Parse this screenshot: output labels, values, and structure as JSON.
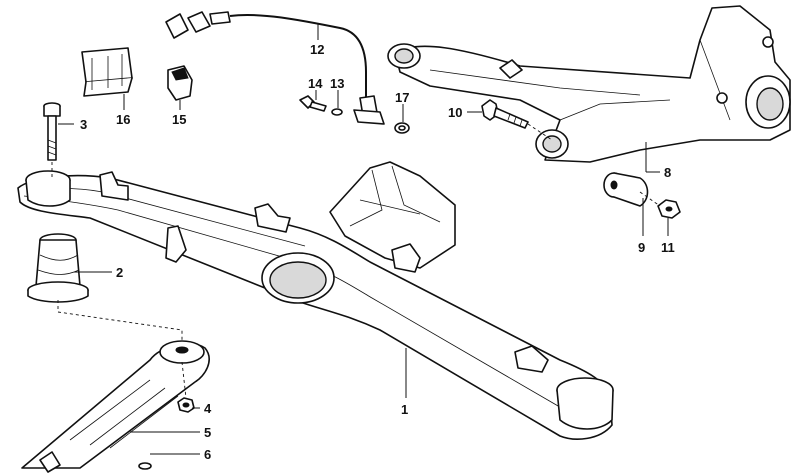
{
  "diagram": {
    "callouts": [
      {
        "id": "axle-carrier",
        "label": "1"
      },
      {
        "id": "rubber-mount",
        "label": "2"
      },
      {
        "id": "mount-bolt",
        "label": "3"
      },
      {
        "id": "mount-nut",
        "label": "4"
      },
      {
        "id": "support-bracket",
        "label": "5"
      },
      {
        "id": "washer",
        "label": "6"
      },
      {
        "id": "trailing-arm",
        "label": "8"
      },
      {
        "id": "arm-bushing",
        "label": "9"
      },
      {
        "id": "arm-bolt",
        "label": "10"
      },
      {
        "id": "arm-nut",
        "label": "11"
      },
      {
        "id": "sensor-cable",
        "label": "12"
      },
      {
        "id": "cable-washer",
        "label": "13"
      },
      {
        "id": "cable-screw",
        "label": "14"
      },
      {
        "id": "small-clip",
        "label": "15"
      },
      {
        "id": "double-clip",
        "label": "16"
      },
      {
        "id": "cable-ring",
        "label": "17"
      }
    ]
  }
}
